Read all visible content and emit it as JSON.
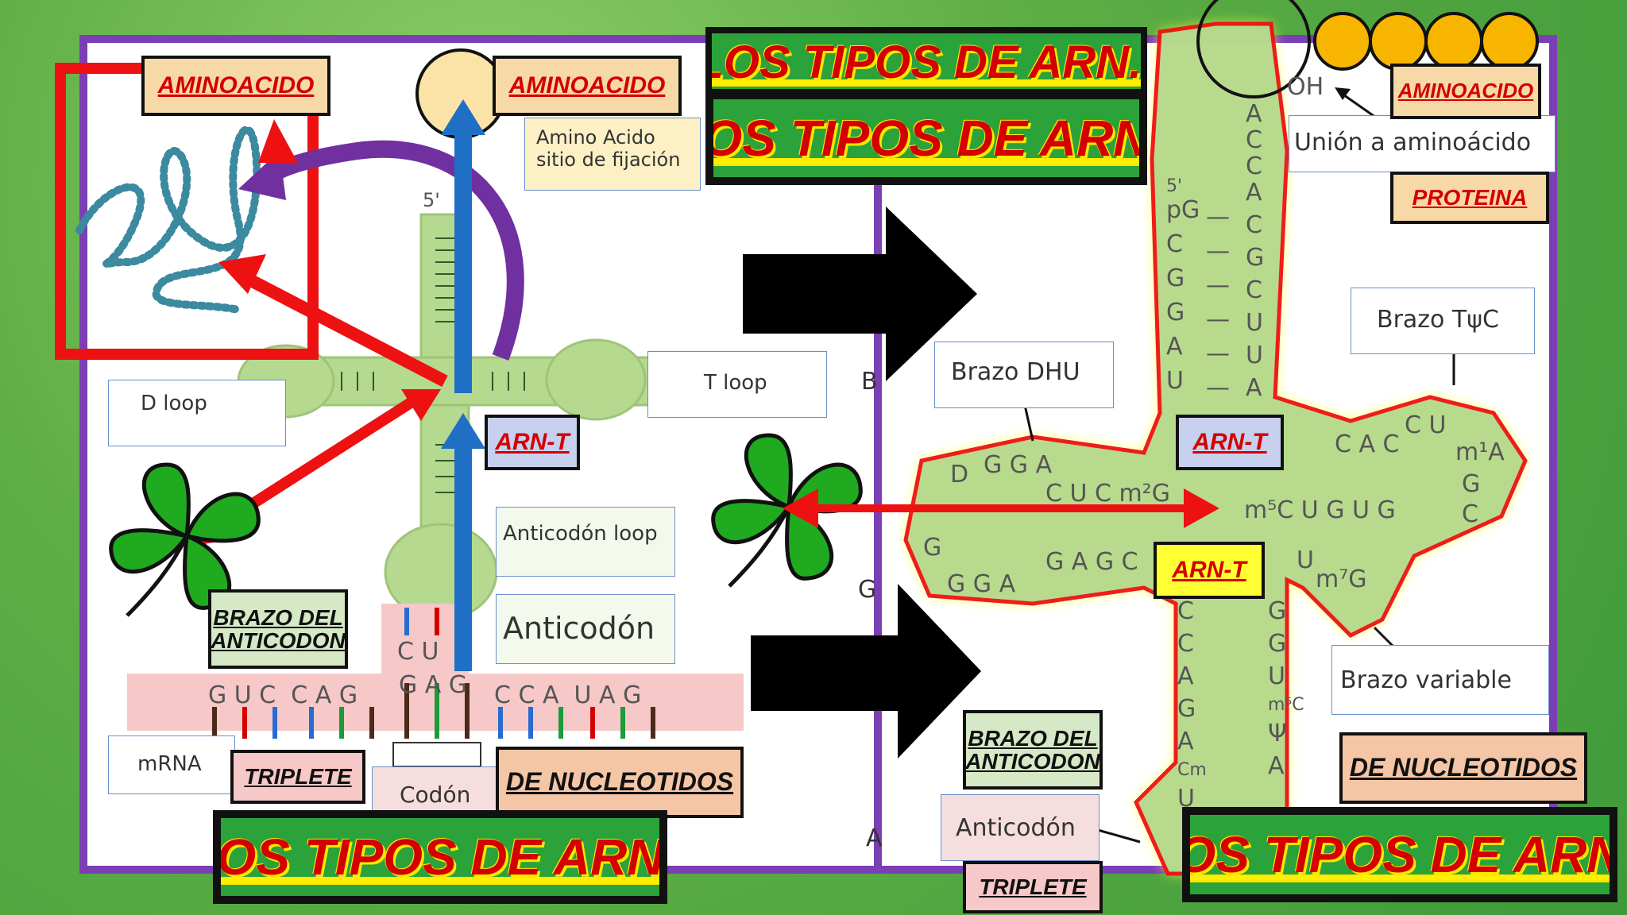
{
  "titles": {
    "top_small": "LOS TIPOS DE ARN.-",
    "top_main": "LOS TIPOS DE ARN.-",
    "bottom_left": "LOS TIPOS DE ARN.-",
    "bottom_right": "LOS TIPOS DE ARN.-"
  },
  "tags": {
    "aminoacido_1": "AMINOACIDO",
    "aminoacido_2": "AMINOACIDO",
    "aminoacido_3": "AMINOACIDO",
    "proteina": "PROTEINA",
    "arnt_1": "ARN-T",
    "arnt_2": "ARN-T",
    "arnt_3": "ARN-T",
    "brazo_anticodon_1": "BRAZO DEL ANTICODON",
    "brazo_anticodon_2": "BRAZO DEL ANTICODON",
    "triplete_1": "TRIPLETE",
    "triplete_2": "TRIPLETE",
    "nucleotidos_1": "DE NUCLEOTIDOS",
    "nucleotidos_2": "DE NUCLEOTIDOS"
  },
  "left_diagram": {
    "amino_acid_site": "Amino Acido\nsitio de fijación",
    "d_loop": "D loop",
    "t_loop": "T loop",
    "anticodon_loop": "Anticodón loop",
    "anticodon": "Anticodón",
    "mrna": "mRNA",
    "codon": "Codón",
    "five_prime": "5'",
    "anticodon_bases": "C U",
    "codon_bases": "G A G",
    "mrna_left": "G U C  C A G",
    "mrna_right": "C C A  U A G"
  },
  "right_diagram": {
    "union": "Unión a aminoácido",
    "brazo_tpsic": "Brazo TψC",
    "brazo_dhu": "Brazo DHU",
    "brazo_variable": "Brazo variable",
    "anticodon": "Anticodón",
    "oh": "OH",
    "stem_left": [
      "5'",
      "pG",
      "C",
      "G",
      "G",
      "A",
      "U"
    ],
    "stem_right": [
      "A",
      "C",
      "C",
      "A",
      "C",
      "G",
      "C",
      "U",
      "U",
      "A"
    ],
    "stem_dash": [
      "—",
      "—",
      "—",
      "—",
      "—",
      "—"
    ],
    "t_arm_top": "C U",
    "t_arm_bases": "C A C",
    "t_arm_m1a": "m¹A",
    "t_arm_row": "m⁵C U G U G",
    "t_arm_g": "G",
    "t_arm_c": "C",
    "d_arm_left": "D",
    "d_arm_gga": "G G A",
    "d_arm_cucm": "C U C m²G",
    "d_arm_gagc": "G A G C",
    "d_arm_g": "G",
    "d_arm_gga2": "G G A",
    "loop_u": "U",
    "loop_m7g": "m⁷G",
    "lower_left": [
      "C",
      "C",
      "A",
      "G",
      "A",
      "Cm",
      "U"
    ],
    "lower_right": [
      "G",
      "G",
      "U",
      "m⁵C",
      "Ψ",
      "A"
    ],
    "edge_b": "B",
    "edge_g": "G",
    "edge_a": "A"
  },
  "colors": {
    "panel_border": "#7b3fb5",
    "arrow_red": "#ee1111",
    "arrow_blue": "#1f6fc4",
    "arrow_purple": "#7030a0",
    "trna_green": "#b5d98f",
    "title_red": "#d40000",
    "title_bg": "#2ba33a",
    "amino_circle": "#f7b500"
  }
}
